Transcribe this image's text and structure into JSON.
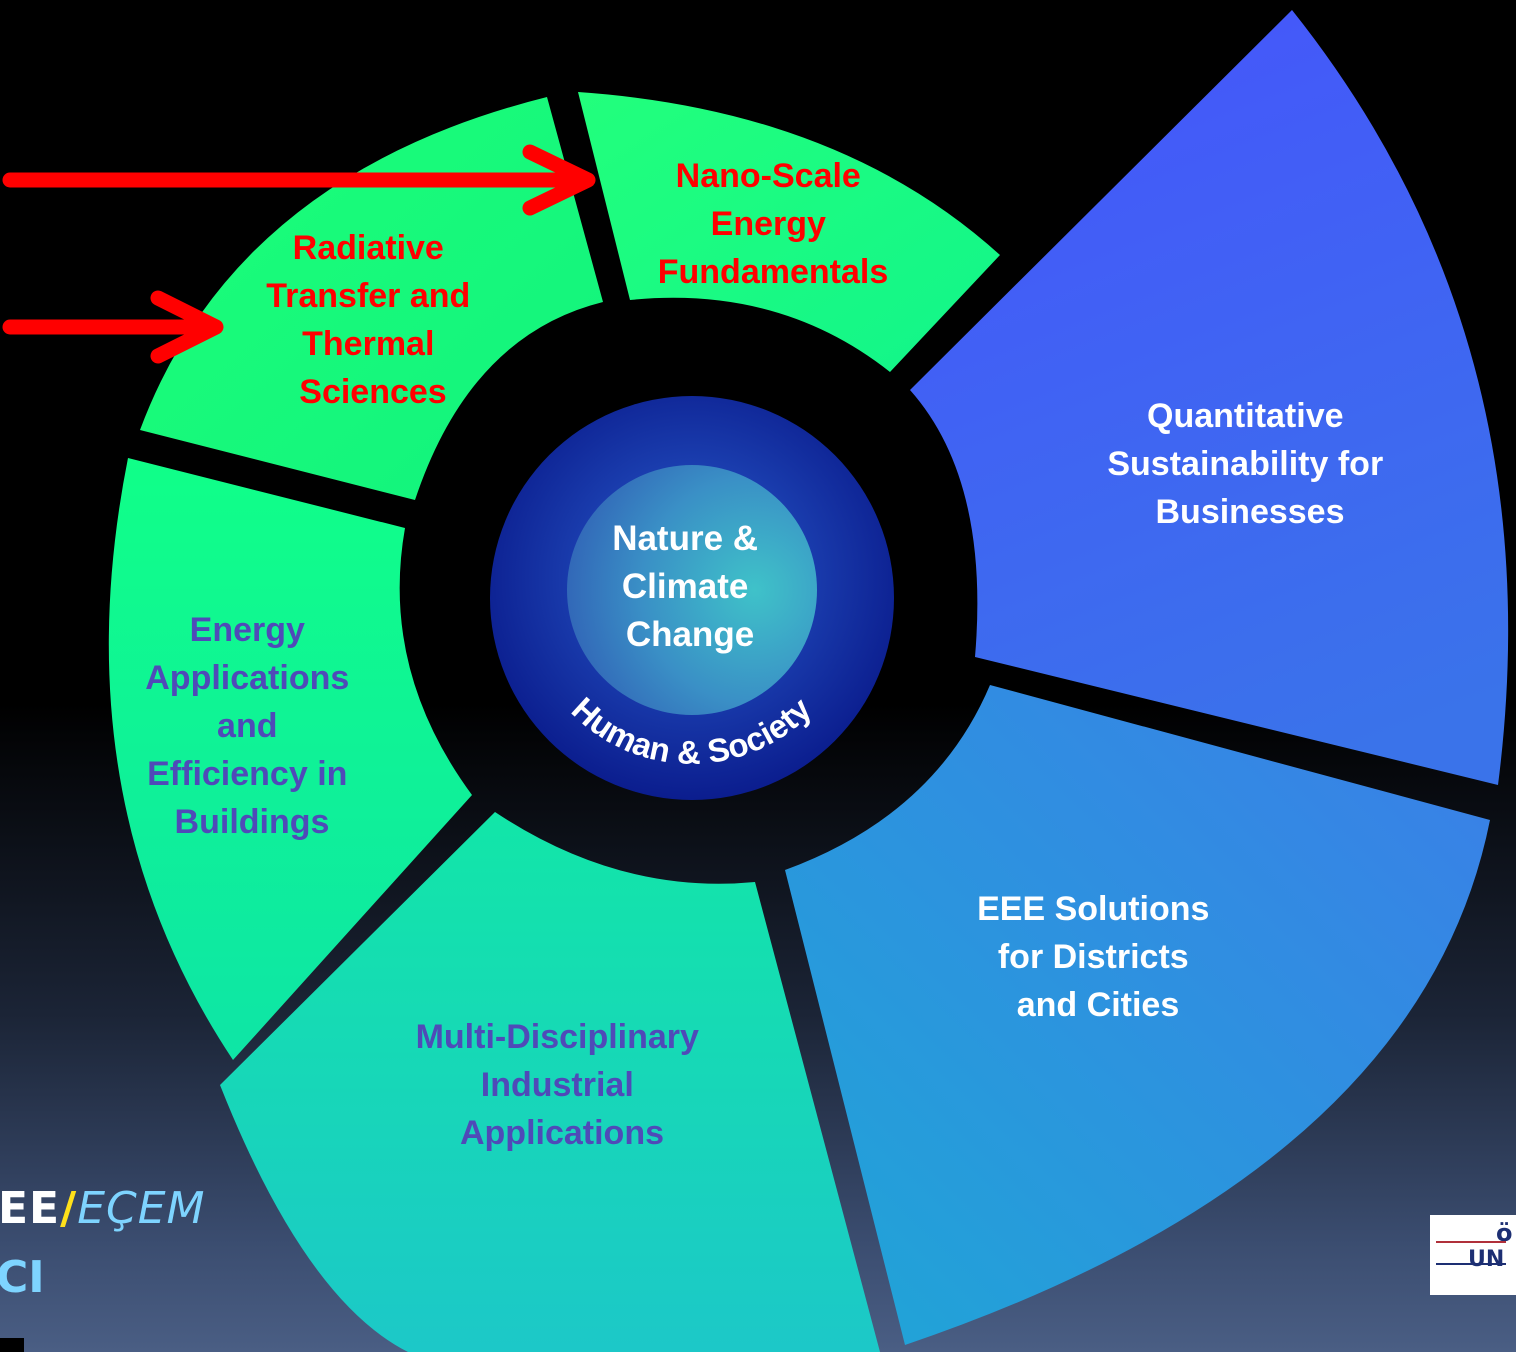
{
  "segments": {
    "nano": [
      "Nano-Scale",
      "Energy",
      "Fundamentals"
    ],
    "radiative": [
      "Radiative",
      "Transfer and",
      "Thermal",
      "Sciences"
    ],
    "quant": [
      "Quantitative",
      "Sustainability for",
      "Businesses"
    ],
    "energy": [
      "Energy",
      "Applications",
      "and",
      "Efficiency in",
      "Buildings"
    ],
    "eee": [
      "EEE Solutions",
      "for  Districts",
      "and Cities"
    ],
    "multi": [
      "Multi-Disciplinary",
      "Industrial",
      "Applications"
    ]
  },
  "center": {
    "core": [
      "Nature &",
      "Climate",
      "Change"
    ],
    "ring_text": "Human & Society"
  },
  "footer": {
    "eng": "EE",
    "slash": "/",
    "ecem": "EÇEM",
    "sub": "CI"
  },
  "logo": {
    "top": "ö",
    "bottom": "UN"
  },
  "colors": {
    "highlight_text": "#ff0000",
    "muted_text": "#4f4ab8",
    "arrow": "#ff0000",
    "green_segments": "#19ff7a",
    "blue_segments": "#4259f5"
  }
}
